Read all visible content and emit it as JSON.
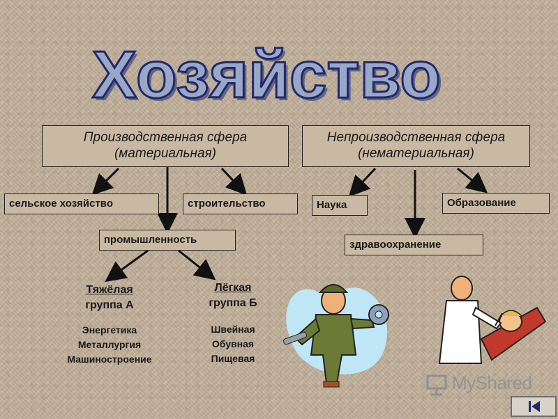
{
  "title": "Хозяйство",
  "spheres": {
    "production": {
      "line1": "Производственная сфера",
      "line2": "(материальная)"
    },
    "nonproduction": {
      "line1": "Непроизводственная сфера",
      "line2": "(нематериальная)"
    }
  },
  "branches": {
    "agriculture": "сельское хозяйство",
    "construction": "строительство",
    "industry": "промышленность",
    "science": "Наука",
    "education": "Образование",
    "healthcare": "здравоохранение"
  },
  "groups": {
    "heavy": {
      "title": "Тяжёлая",
      "subtitle": "группа А",
      "items": [
        "Энергетика",
        "Металлургия",
        "Машиностроение"
      ]
    },
    "light": {
      "title": "Лёгкая",
      "subtitle": "группа Б",
      "items": [
        "Швейная",
        "Обувная",
        "Пищевая"
      ]
    }
  },
  "watermark": "MyShared",
  "colors": {
    "background": "#bfae98",
    "title_fill": "#9aa7c6",
    "title_stroke": "#1f2a6e"
  }
}
